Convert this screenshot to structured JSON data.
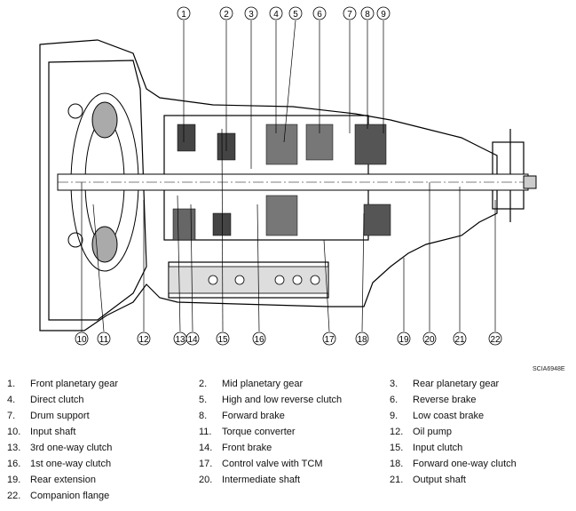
{
  "figure_code": "SCIA6948E",
  "callouts": [
    "1",
    "2",
    "3",
    "4",
    "5",
    "6",
    "7",
    "8",
    "9",
    "10",
    "11",
    "12",
    "13",
    "14",
    "15",
    "16",
    "17",
    "18",
    "19",
    "20",
    "21",
    "22"
  ],
  "legend": [
    {
      "num": "1.",
      "text": "Front planetary gear"
    },
    {
      "num": "2.",
      "text": "Mid planetary gear"
    },
    {
      "num": "3.",
      "text": "Rear planetary gear"
    },
    {
      "num": "4.",
      "text": "Direct clutch"
    },
    {
      "num": "5.",
      "text": "High and low reverse clutch"
    },
    {
      "num": "6.",
      "text": "Reverse brake"
    },
    {
      "num": "7.",
      "text": "Drum support"
    },
    {
      "num": "8.",
      "text": "Forward brake"
    },
    {
      "num": "9.",
      "text": "Low coast brake"
    },
    {
      "num": "10.",
      "text": "Input shaft"
    },
    {
      "num": "11.",
      "text": "Torque converter"
    },
    {
      "num": "12.",
      "text": "Oil pump"
    },
    {
      "num": "13.",
      "text": "3rd one-way clutch"
    },
    {
      "num": "14.",
      "text": "Front brake"
    },
    {
      "num": "15.",
      "text": "Input clutch"
    },
    {
      "num": "16.",
      "text": "1st one-way clutch"
    },
    {
      "num": "17.",
      "text": "Control valve with TCM"
    },
    {
      "num": "18.",
      "text": "Forward one-way clutch"
    },
    {
      "num": "19.",
      "text": "Rear extension"
    },
    {
      "num": "20.",
      "text": "Intermediate shaft"
    },
    {
      "num": "21.",
      "text": "Output shaft"
    },
    {
      "num": "22.",
      "text": "Companion flange"
    }
  ]
}
